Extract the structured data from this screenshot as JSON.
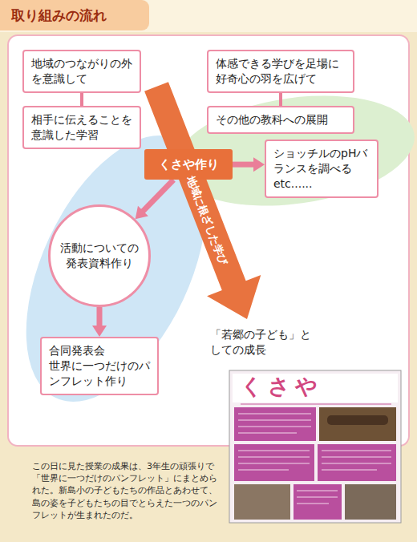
{
  "diagram": {
    "title": "取り組みの流れ",
    "caption": "この日に見た授業の成果は、3年生の頑張りで「世界に一つだけのパンフレット」にまとめられた。新島小の子どもたちの作品とあわせて、島の姿を子どもたちの目でとらえた一つのパンフレットが生まれたのだ。",
    "nodes": [
      {
        "text": [
          "地域のつながりの外を意識して"
        ]
      },
      {
        "text": [
          "相手に伝えることを意識した学習"
        ]
      },
      {
        "text": [
          "体感できる学びを足場に好奇心の羽を広げて"
        ]
      },
      {
        "text": [
          "その他の教科への展開"
        ]
      },
      {
        "text": [
          "くさや作り"
        ]
      },
      {
        "text": [
          "ショッチルのpHバランスを調べるetc......"
        ]
      },
      {
        "text": [
          "活動についての発表資料作り"
        ]
      },
      {
        "text": [
          "合同発表会",
          "世界に一つだけのパンフレット作り"
        ]
      }
    ],
    "edges": [
      {
        "from": 0,
        "to": 1,
        "arrow": "none"
      },
      {
        "from": 2,
        "to": 3,
        "arrow": "none"
      },
      {
        "from": 4,
        "to": 5,
        "arrow": "to"
      },
      {
        "from": 4,
        "to": 6,
        "arrow": "to"
      },
      {
        "from": 6,
        "to": 7,
        "arrow": "to"
      }
    ],
    "labels": [
      "「若郷の子ども」としての成長",
      "地域に根ざした学び",
      "くさや"
    ]
  }
}
